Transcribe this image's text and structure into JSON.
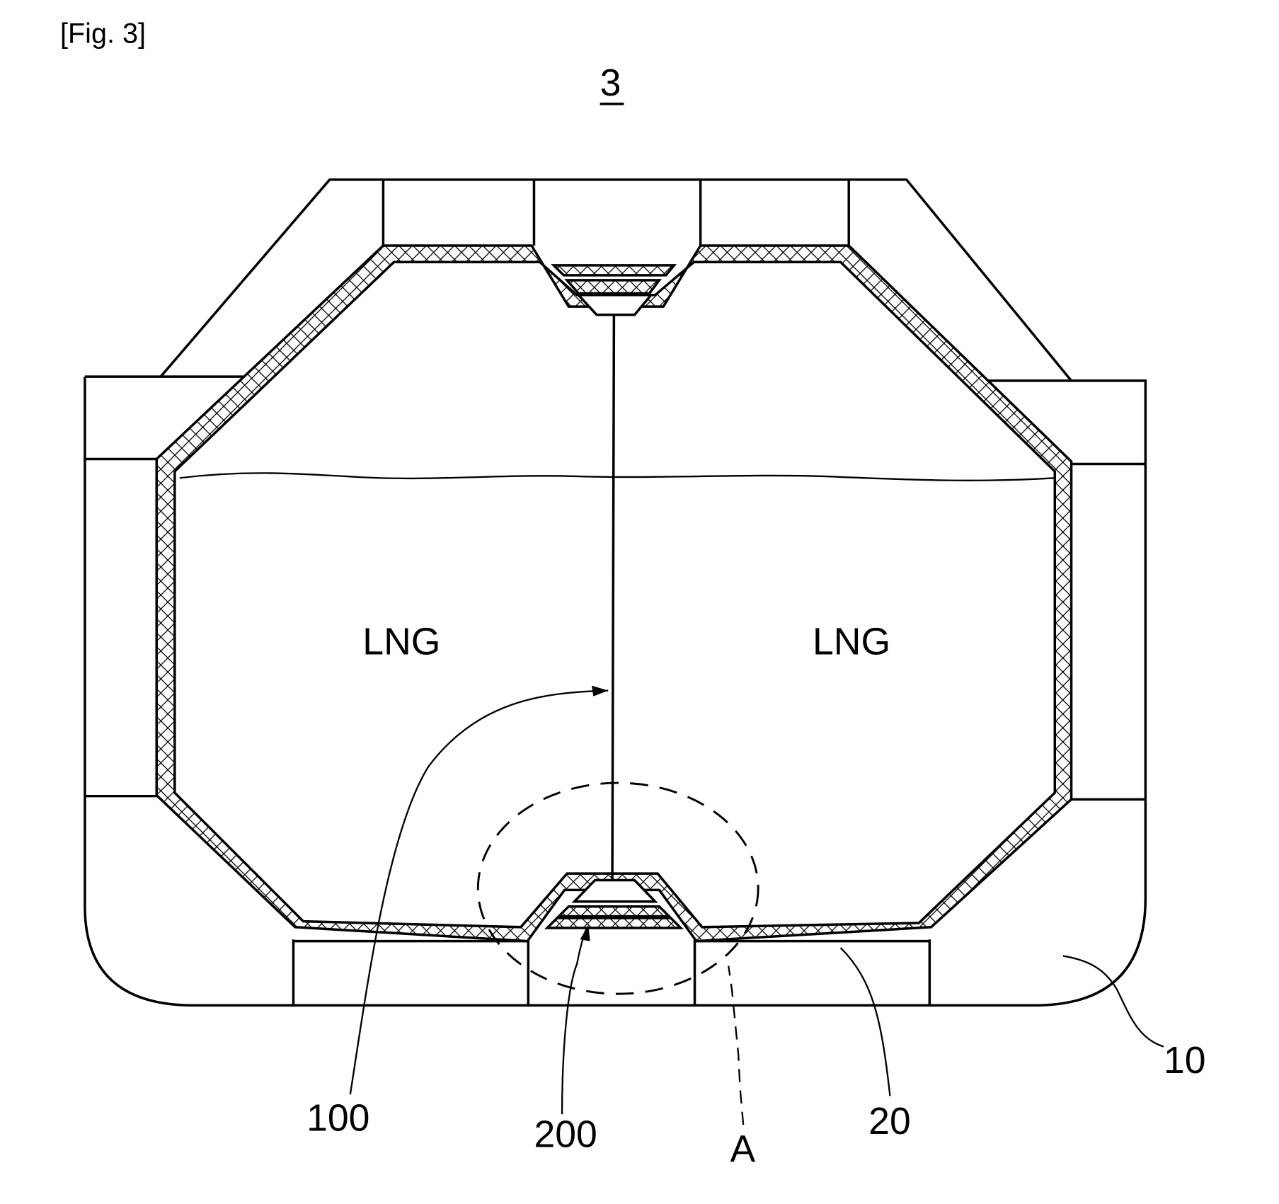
{
  "figure": {
    "caption": "[Fig. 3]",
    "reference_numeral": "3"
  },
  "regions": {
    "left_cargo": "LNG",
    "right_cargo": "LNG"
  },
  "labels": {
    "wall": "100",
    "joint": "200",
    "detail": "A",
    "barrier": "20",
    "hull": "10"
  },
  "colors": {
    "line": "#000000",
    "background": "#ffffff"
  }
}
